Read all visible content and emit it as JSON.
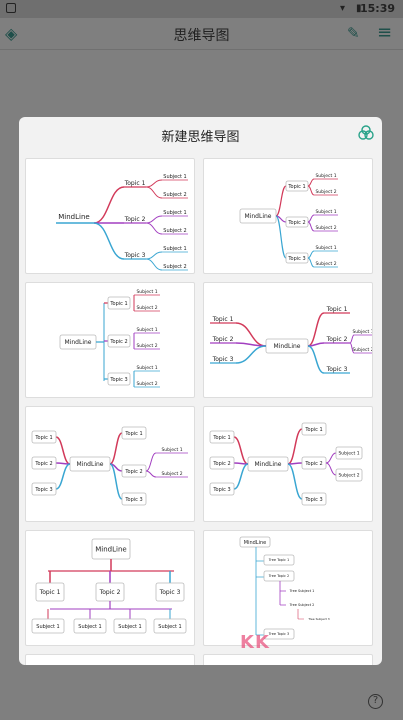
{
  "status": {
    "time": "15:39",
    "left_icon": "A"
  },
  "appbar": {
    "title": "思维导图",
    "left_icon": "layers-icon",
    "right_icon1": "brush-icon",
    "right_icon2": "menu-icon"
  },
  "dialog": {
    "title": "新建思维导图",
    "corner_icon": "palette-icon"
  },
  "root": "MindLine",
  "topics": [
    "Topic 1",
    "Topic 2",
    "Topic 3"
  ],
  "subjects": [
    "Subject 1",
    "Subject 2"
  ],
  "tree_items": [
    "Tree Topic 1",
    "Tree Topic 2",
    "Tree Subject 1",
    "Tree Subject 2",
    "Tree Subject 3",
    "Tree Topic 3"
  ],
  "watermark": "KK",
  "colors": {
    "red": "#d23a5a",
    "purple": "#a23fc0",
    "blue": "#3aa6d2"
  }
}
